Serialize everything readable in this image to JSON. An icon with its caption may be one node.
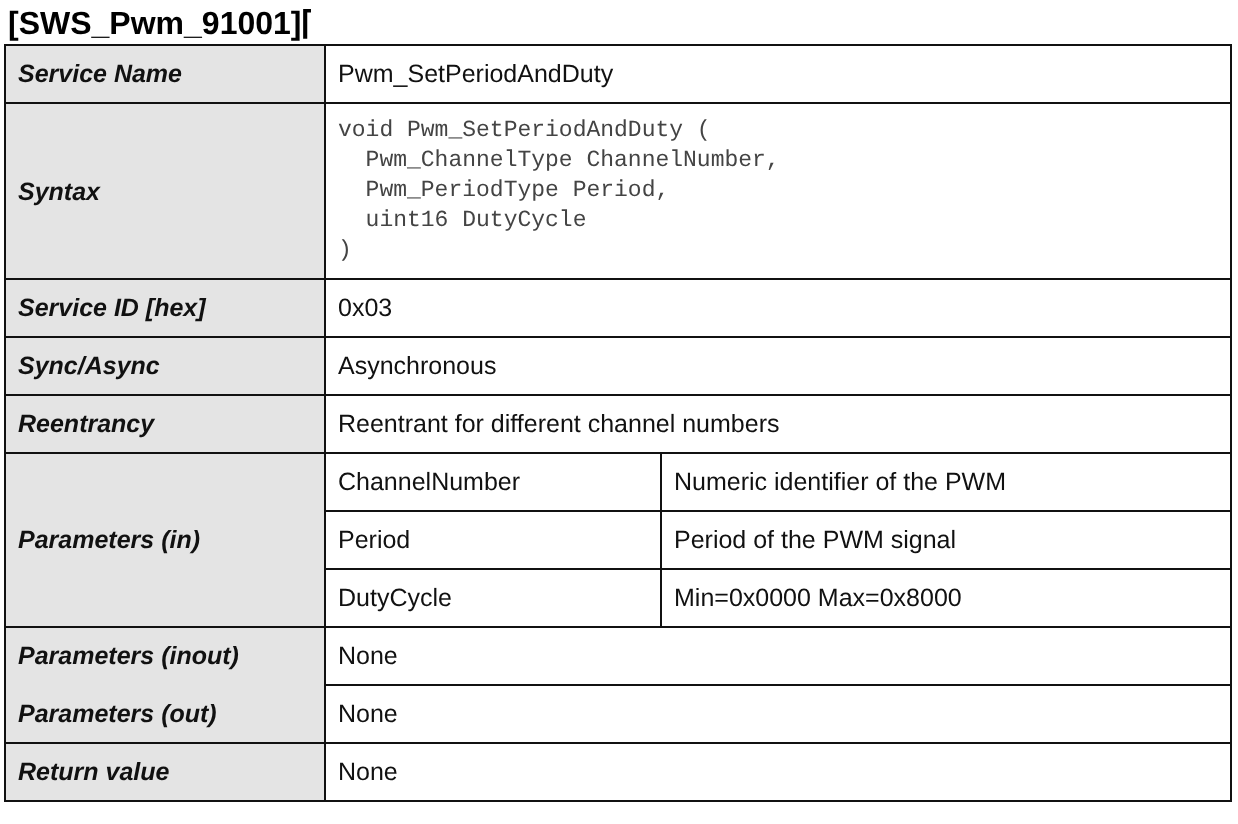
{
  "diagram": {
    "title": "[SWS_Pwm_91001]⌈",
    "labels": [
      "Service Name",
      "Pwm_SetPeriodAndDuty",
      "Syntax",
      "void Pwm_SetPeriodAndDuty (",
      "  Pwm_ChannelType ChannelNumber,",
      "  Pwm_PeriodType Period,",
      "  uint16 DutyCycle",
      ")",
      "Service ID [hex]",
      "0x03",
      "Sync/Async",
      "Asynchronous",
      "Reentrancy",
      "Reentrant for different channel numbers",
      "Parameters (in)",
      "ChannelNumber",
      "Numeric identifier of the PWM",
      "Period",
      "Period of the PWM signal",
      "DutyCycle",
      "Min=0x0000 Max=0x8000",
      "Parameters (inout)",
      "None",
      "Parameters (out)",
      "None",
      "Return value",
      "None"
    ]
  }
}
